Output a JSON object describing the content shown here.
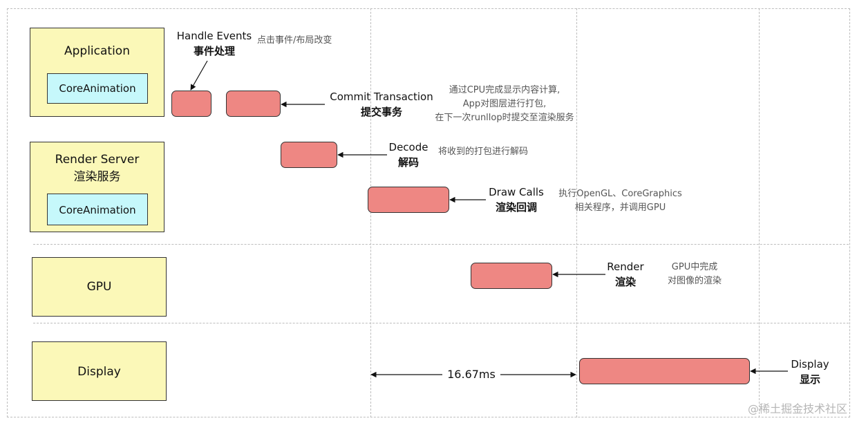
{
  "lanes": {
    "application": {
      "title": "Application",
      "component": "CoreAnimation"
    },
    "render_server": {
      "title_line1": "Render Server",
      "title_line2": "渲染服务",
      "component": "CoreAnimation"
    },
    "gpu": {
      "title": "GPU"
    },
    "display": {
      "title": "Display"
    }
  },
  "stages": {
    "handle_events": {
      "line1": "Handle Events",
      "line2": "事件处理",
      "note": "点击事件/布局改变"
    },
    "commit_transaction": {
      "line1": "Commit Transaction",
      "line2": "提交事务",
      "note_line1": "通过CPU完成显示内容计算,",
      "note_line2": "App对图层进行打包,",
      "note_line3": "在下一次runllop时提交至渲染服务"
    },
    "decode": {
      "line1": "Decode",
      "line2": "解码",
      "note": "将收到的打包进行解码"
    },
    "draw_calls": {
      "line1": "Draw Calls",
      "line2": "渲染回调",
      "note_line1": "执行OpenGL、CoreGraphics",
      "note_line2": "相关程序，并调用GPU"
    },
    "render": {
      "line1": "Render",
      "line2": "渲染",
      "note_line1": "GPU中完成",
      "note_line2": "对图像的渲染"
    },
    "display": {
      "line1": "Display",
      "line2": "显示"
    }
  },
  "frame_duration": "16.67ms",
  "watermark": "@稀土掘金技术社区",
  "colors": {
    "lane_fill": "#fbf8b8",
    "component_fill": "#c6f8fb",
    "block_fill": "#ee8783",
    "note_text": "#555555"
  }
}
